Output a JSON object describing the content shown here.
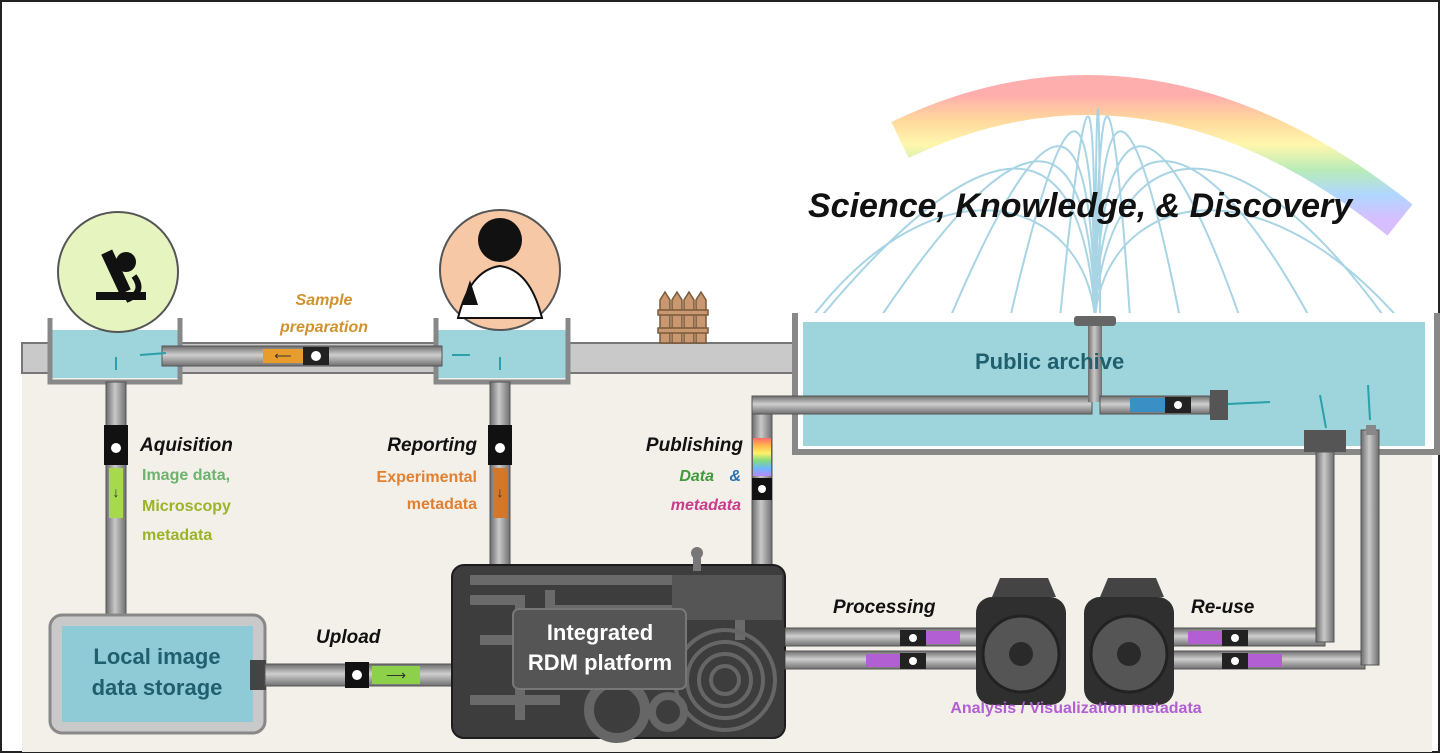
{
  "headline": "Science, Knowledge, & Discovery",
  "stages": {
    "sample_preparation": [
      "Sample",
      "preparation"
    ],
    "acquisition": "Aquisition",
    "acquisition_data": [
      "Image data,",
      "Microscopy",
      "metadata"
    ],
    "reporting": "Reporting",
    "reporting_data": [
      "Experimental",
      "metadata"
    ],
    "publishing": "Publishing",
    "publishing_data_1": [
      "Data",
      "&"
    ],
    "publishing_data_2": "metadata",
    "upload": "Upload",
    "processing": "Processing",
    "reuse": "Re-use",
    "analysis": "Analysis / Visualization metadata"
  },
  "places": {
    "public_archive": "Public archive",
    "local_storage": [
      "Local image",
      "data storage"
    ],
    "platform": [
      "Integrated",
      "RDM platform"
    ]
  },
  "icons": [
    "microscope-icon",
    "scientist-icon",
    "fence-icon",
    "valve-icon",
    "fan-icon",
    "gear-icon",
    "rainbow-icon",
    "fountain-icon"
  ],
  "colors": {
    "water": "#9ed4dc",
    "water_dark": "#6bbdc9",
    "pipe": "#8a8a8a",
    "ground": "#f3efe9",
    "microscope_circle": "#e6f5bf",
    "scientist_circle": "#f7c8a6",
    "orange_text": "#e08030",
    "sample_text": "#d0922e",
    "green_text": "#6db36d",
    "olive_text": "#9bb427",
    "teal_text": "#1f5f6e",
    "purple": "#b15fd3",
    "platform": "#3d3d3d"
  }
}
